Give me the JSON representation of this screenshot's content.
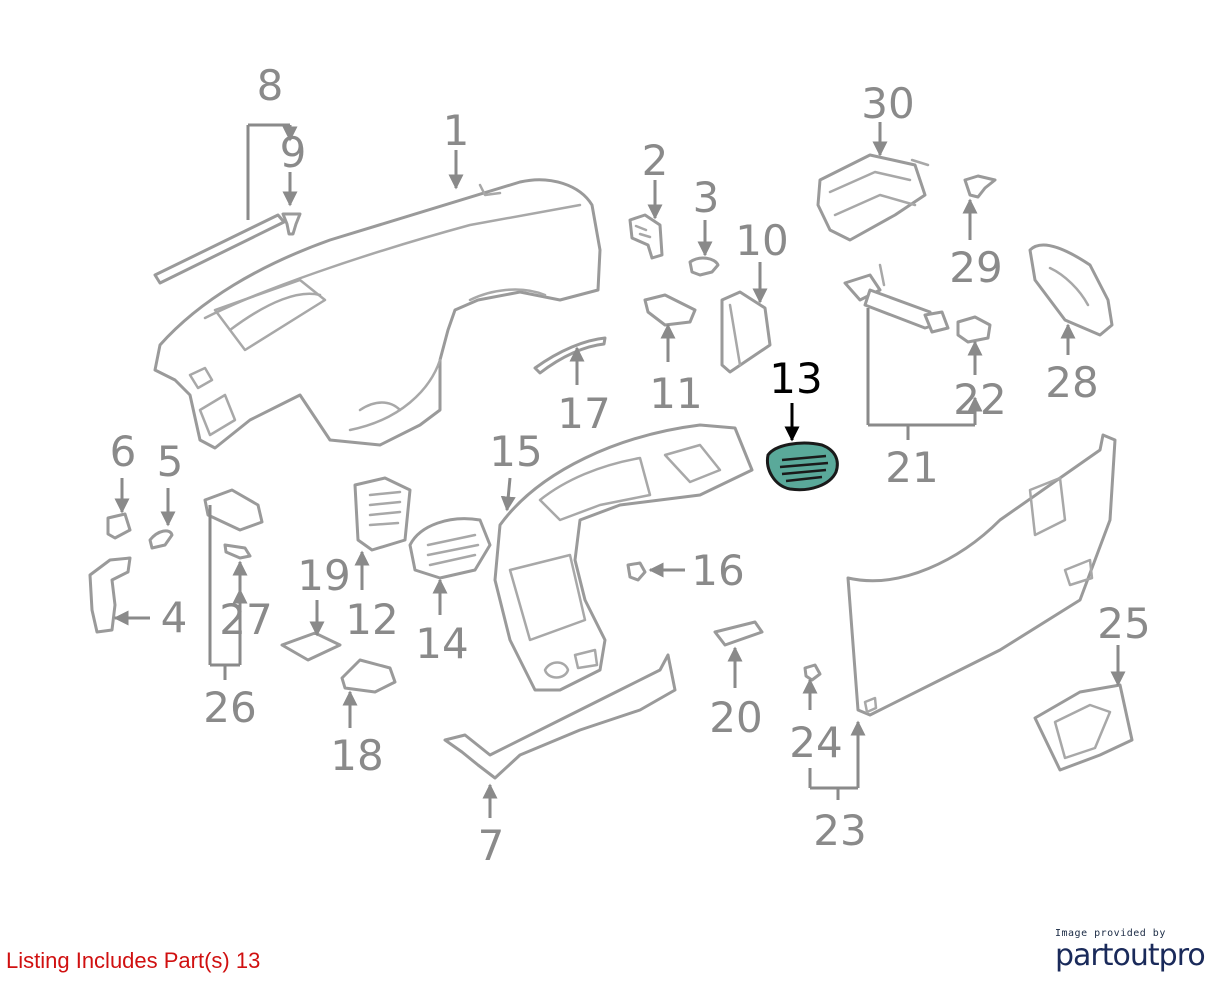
{
  "callouts": [
    "1",
    "2",
    "3",
    "4",
    "5",
    "6",
    "7",
    "8",
    "9",
    "10",
    "11",
    "12",
    "13",
    "14",
    "15",
    "16",
    "17",
    "18",
    "19",
    "20",
    "21",
    "22",
    "23",
    "24",
    "25",
    "26",
    "27",
    "28",
    "29",
    "30"
  ],
  "highlighted_part": "13",
  "colors": {
    "label": "#8a8a8a",
    "highlight_label": "#000000",
    "highlight_fill": "#5aa99a",
    "listing_text": "#d01010",
    "brand": "#1a2a5a"
  },
  "footer": {
    "listing": "Listing Includes Part(s) 13",
    "credit_small": "Image provided by",
    "credit_brand": "partoutpro"
  }
}
